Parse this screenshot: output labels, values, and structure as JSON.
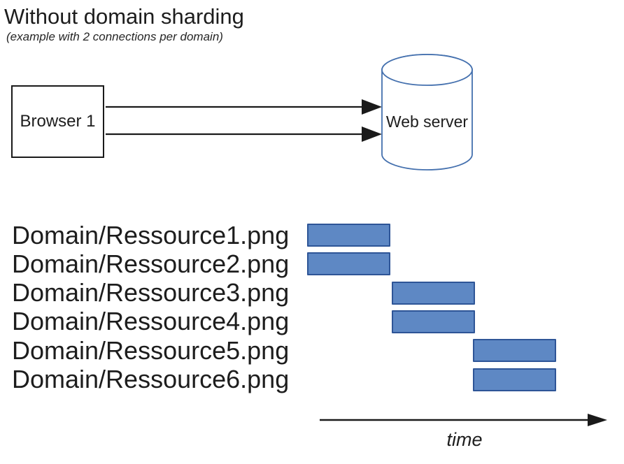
{
  "header": {
    "title": "Without domain sharding",
    "subtitle": "(example with 2 connections per domain)"
  },
  "topology": {
    "browser_label": "Browser 1",
    "server_label": "Web server",
    "connections_per_domain": 2
  },
  "chart_data": {
    "type": "bar",
    "variant": "gantt-timeline",
    "xlabel": "time",
    "x_range": [
      0,
      3
    ],
    "legend": "none",
    "rows": [
      {
        "label": "Domain/Ressource1.png",
        "start": 0,
        "duration": 1
      },
      {
        "label": "Domain/Ressource2.png",
        "start": 0,
        "duration": 1
      },
      {
        "label": "Domain/Ressource3.png",
        "start": 1,
        "duration": 1
      },
      {
        "label": "Domain/Ressource4.png",
        "start": 1,
        "duration": 1
      },
      {
        "label": "Domain/Ressource5.png",
        "start": 2,
        "duration": 1
      },
      {
        "label": "Domain/Ressource6.png",
        "start": 2,
        "duration": 1
      }
    ]
  },
  "colors": {
    "text": "#1d1d1d",
    "line": "#1a1a1a",
    "bar_fill": "#5e88c4",
    "bar_border": "#2e5597",
    "cylinder_stroke": "#4470ae",
    "background": "#ffffff"
  }
}
